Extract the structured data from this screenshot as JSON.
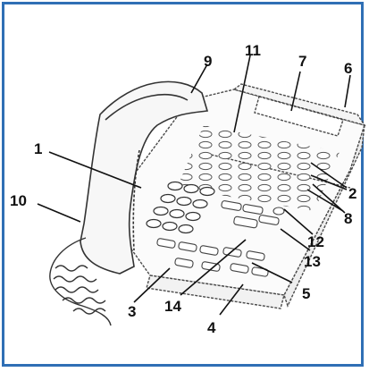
{
  "diagram": {
    "frame_color": "#2f6fb5",
    "line_color": "#111111",
    "callouts": [
      {
        "id": "c1",
        "label": "1"
      },
      {
        "id": "c2",
        "label": "2"
      },
      {
        "id": "c3",
        "label": "3"
      },
      {
        "id": "c4",
        "label": "4"
      },
      {
        "id": "c5",
        "label": "5"
      },
      {
        "id": "c6",
        "label": "6"
      },
      {
        "id": "c7",
        "label": "7"
      },
      {
        "id": "c8",
        "label": "8"
      },
      {
        "id": "c9",
        "label": "9"
      },
      {
        "id": "c10",
        "label": "10"
      },
      {
        "id": "c11",
        "label": "11"
      },
      {
        "id": "c12",
        "label": "12"
      },
      {
        "id": "c13",
        "label": "13"
      },
      {
        "id": "c14",
        "label": "14"
      }
    ]
  }
}
